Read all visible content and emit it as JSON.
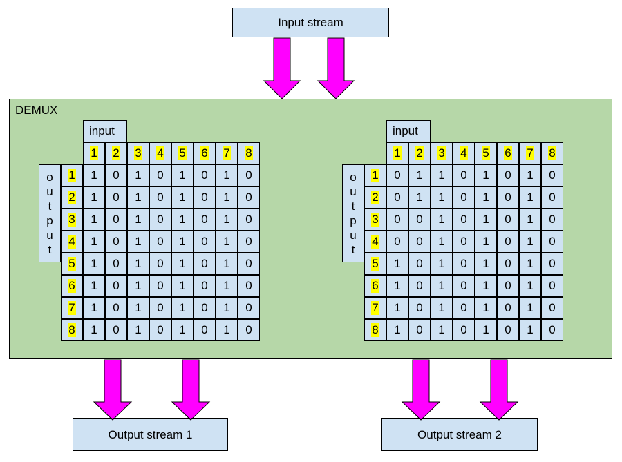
{
  "input_stream": "Input stream",
  "demux_label": "DEMUX",
  "output_stream_1": "Output stream 1",
  "output_stream_2": "Output stream 2",
  "arrow_color": "#ff00ff",
  "matrices": [
    {
      "input_label": "input",
      "output_label": [
        "o",
        "u",
        "t",
        "p",
        "u",
        "t"
      ],
      "col_headers": [
        "1",
        "2",
        "3",
        "4",
        "5",
        "6",
        "7",
        "8"
      ],
      "row_headers": [
        "1",
        "2",
        "3",
        "4",
        "5",
        "6",
        "7",
        "8"
      ],
      "rows": [
        [
          "1",
          "0",
          "1",
          "0",
          "1",
          "0",
          "1",
          "0"
        ],
        [
          "1",
          "0",
          "1",
          "0",
          "1",
          "0",
          "1",
          "0"
        ],
        [
          "1",
          "0",
          "1",
          "0",
          "1",
          "0",
          "1",
          "0"
        ],
        [
          "1",
          "0",
          "1",
          "0",
          "1",
          "0",
          "1",
          "0"
        ],
        [
          "1",
          "0",
          "1",
          "0",
          "1",
          "0",
          "1",
          "0"
        ],
        [
          "1",
          "0",
          "1",
          "0",
          "1",
          "0",
          "1",
          "0"
        ],
        [
          "1",
          "0",
          "1",
          "0",
          "1",
          "0",
          "1",
          "0"
        ],
        [
          "1",
          "0",
          "1",
          "0",
          "1",
          "0",
          "1",
          "0"
        ]
      ]
    },
    {
      "input_label": "input",
      "output_label": [
        "o",
        "u",
        "t",
        "p",
        "u",
        "t"
      ],
      "col_headers": [
        "1",
        "2",
        "3",
        "4",
        "5",
        "6",
        "7",
        "8"
      ],
      "row_headers": [
        "1",
        "2",
        "3",
        "4",
        "5",
        "6",
        "7",
        "8"
      ],
      "rows": [
        [
          "0",
          "1",
          "1",
          "0",
          "1",
          "0",
          "1",
          "0"
        ],
        [
          "0",
          "1",
          "1",
          "0",
          "1",
          "0",
          "1",
          "0"
        ],
        [
          "0",
          "0",
          "1",
          "0",
          "1",
          "0",
          "1",
          "0"
        ],
        [
          "0",
          "0",
          "1",
          "0",
          "1",
          "0",
          "1",
          "0"
        ],
        [
          "1",
          "0",
          "1",
          "0",
          "1",
          "0",
          "1",
          "0"
        ],
        [
          "1",
          "0",
          "1",
          "0",
          "1",
          "0",
          "1",
          "0"
        ],
        [
          "1",
          "0",
          "1",
          "0",
          "1",
          "0",
          "1",
          "0"
        ],
        [
          "1",
          "0",
          "1",
          "0",
          "1",
          "0",
          "1",
          "0"
        ]
      ]
    }
  ]
}
